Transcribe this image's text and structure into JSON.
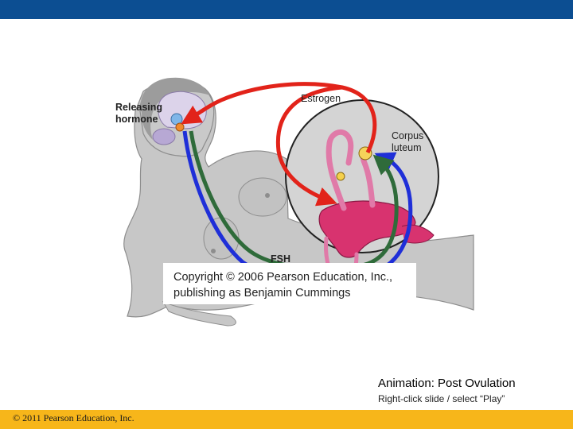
{
  "diagram": {
    "labels": {
      "releasing_hormone_line1": "Releasing",
      "releasing_hormone_line2": "hormone",
      "estrogen": "Estrogen",
      "corpus_line1": "Corpus",
      "corpus_line2": "luteum",
      "fsh": "FSH"
    },
    "copyright_line1": "Copyright © 2006 Pearson Education, Inc.,",
    "copyright_line2": "publishing as Benjamin Cummings",
    "colors": {
      "estrogen_arrow": "#e2231a",
      "releasing_arrow": "#e2231a",
      "fsh_arrow": "#1f2fd8",
      "lh_arrow": "#2f6b3a",
      "body": "#c4c4c4",
      "uterus": "#d8336f"
    }
  },
  "caption": {
    "title": "Animation: Post Ovulation",
    "subtitle": "Right-click slide / select “Play”"
  },
  "footer": {
    "text": "© 2011 Pearson Education, Inc."
  },
  "theme": {
    "top_bar": "#0c4e92",
    "bottom_bar": "#f7b61a"
  }
}
